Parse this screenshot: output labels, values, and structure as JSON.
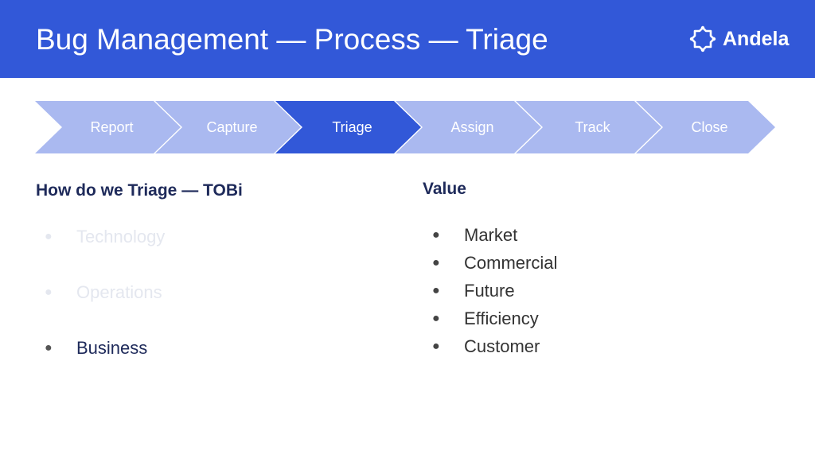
{
  "header": {
    "title": "Bug Management — Process — Triage",
    "logo_text": "Andela",
    "logo_icon": "andela-logo-icon",
    "background_color": "#3258d8"
  },
  "process": {
    "active_step": "Triage",
    "active_color": "#3258d8",
    "inactive_color": "#aab9f0",
    "steps": [
      {
        "label": "Report"
      },
      {
        "label": "Capture"
      },
      {
        "label": "Triage"
      },
      {
        "label": "Assign"
      },
      {
        "label": "Track"
      },
      {
        "label": "Close"
      }
    ]
  },
  "triage": {
    "heading": "How do we Triage — TOBi",
    "bullet": "●",
    "items": [
      {
        "label": "Technology",
        "state": "faded"
      },
      {
        "label": "Operations",
        "state": "faded"
      },
      {
        "label": "Business",
        "state": "active"
      }
    ]
  },
  "value": {
    "heading": "Value",
    "bullet": "●",
    "items": [
      {
        "label": "Market"
      },
      {
        "label": "Commercial"
      },
      {
        "label": "Future"
      },
      {
        "label": "Efficiency"
      },
      {
        "label": "Customer"
      }
    ]
  }
}
